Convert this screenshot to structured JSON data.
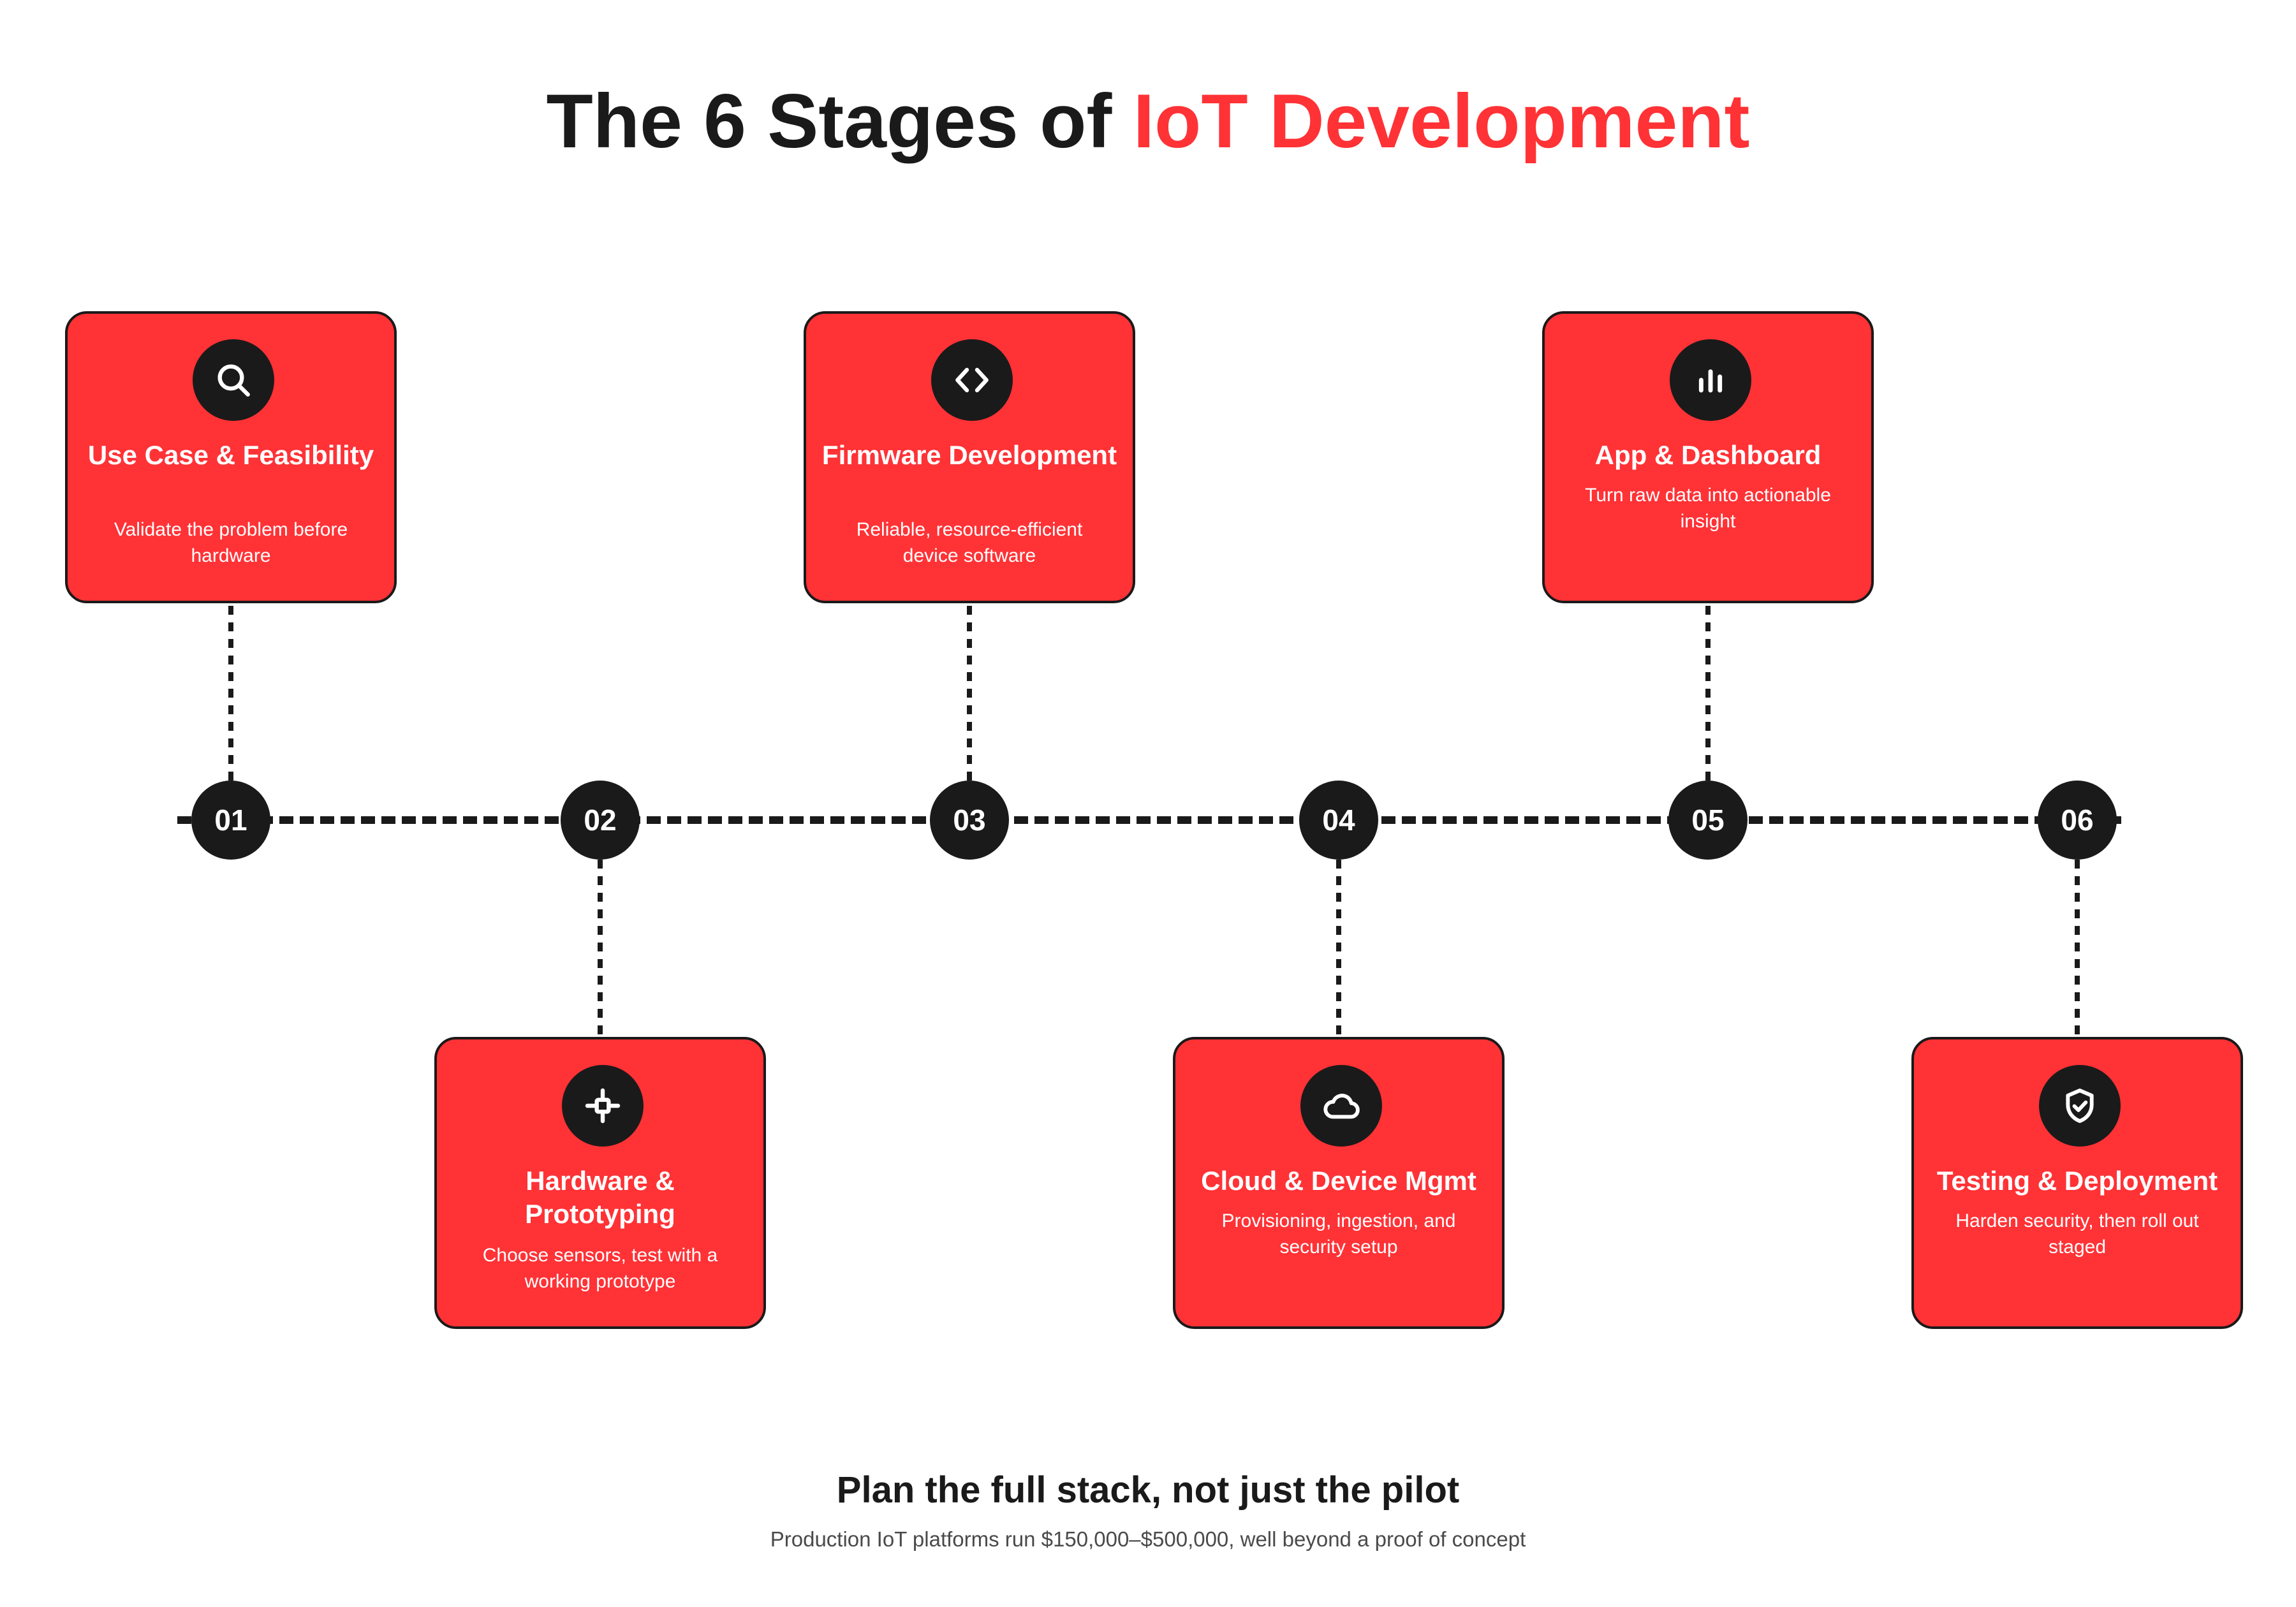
{
  "title": {
    "prefix": "The 6 Stages of ",
    "accent": "IoT Development"
  },
  "colors": {
    "accent": "#ff3236",
    "dark": "#1a1a1a",
    "muted": "#4a4a4a",
    "background": "#ffffff"
  },
  "stages": [
    {
      "number": "01",
      "title": "Use Case & Feasibility",
      "description": "Validate the problem before hardware",
      "icon": "search-icon"
    },
    {
      "number": "02",
      "title": "Hardware & Prototyping",
      "description": "Choose sensors, test with a working prototype",
      "icon": "chip-icon"
    },
    {
      "number": "03",
      "title": "Firmware Development",
      "description": "Reliable, resource-efficient device software",
      "icon": "code-icon"
    },
    {
      "number": "04",
      "title": "Cloud & Device Mgmt",
      "description": "Provisioning, ingestion, and security setup",
      "icon": "cloud-icon"
    },
    {
      "number": "05",
      "title": "App & Dashboard",
      "description": "Turn raw data into actionable insight",
      "icon": "bar-chart-icon"
    },
    {
      "number": "06",
      "title": "Testing & Deployment",
      "description": "Harden security, then roll out staged",
      "icon": "shield-check-icon"
    }
  ],
  "footer": {
    "heading": "Plan the full stack, not just the pilot",
    "note": "Production IoT platforms run $150,000–$500,000, well beyond a proof of concept"
  }
}
